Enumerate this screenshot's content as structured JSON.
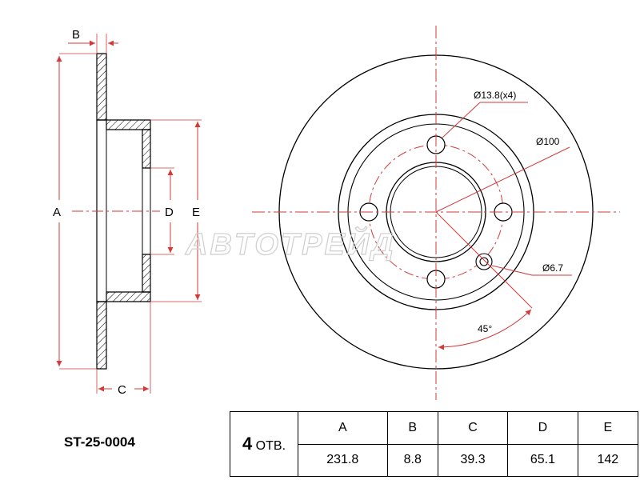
{
  "part_number": "ST-25-0004",
  "labels": {
    "dim_a": "A",
    "dim_b": "B",
    "dim_c": "C",
    "dim_d": "D",
    "dim_e": "E"
  },
  "callouts": {
    "bolt_holes": "Ø13.8(x4)",
    "pcd": "Ø100",
    "small_hole": "Ø6.7",
    "angle": "45°"
  },
  "watermark": "ABTOTPEЙД",
  "spec_table": {
    "holes_count": "4",
    "holes_unit": "ОТВ.",
    "headers": [
      "A",
      "B",
      "C",
      "D",
      "E"
    ],
    "values": [
      "231.8",
      "8.8",
      "39.3",
      "65.1",
      "142"
    ]
  },
  "colors": {
    "line": "#000000",
    "centerline": "#d43a3a",
    "hatch": "#000000"
  }
}
